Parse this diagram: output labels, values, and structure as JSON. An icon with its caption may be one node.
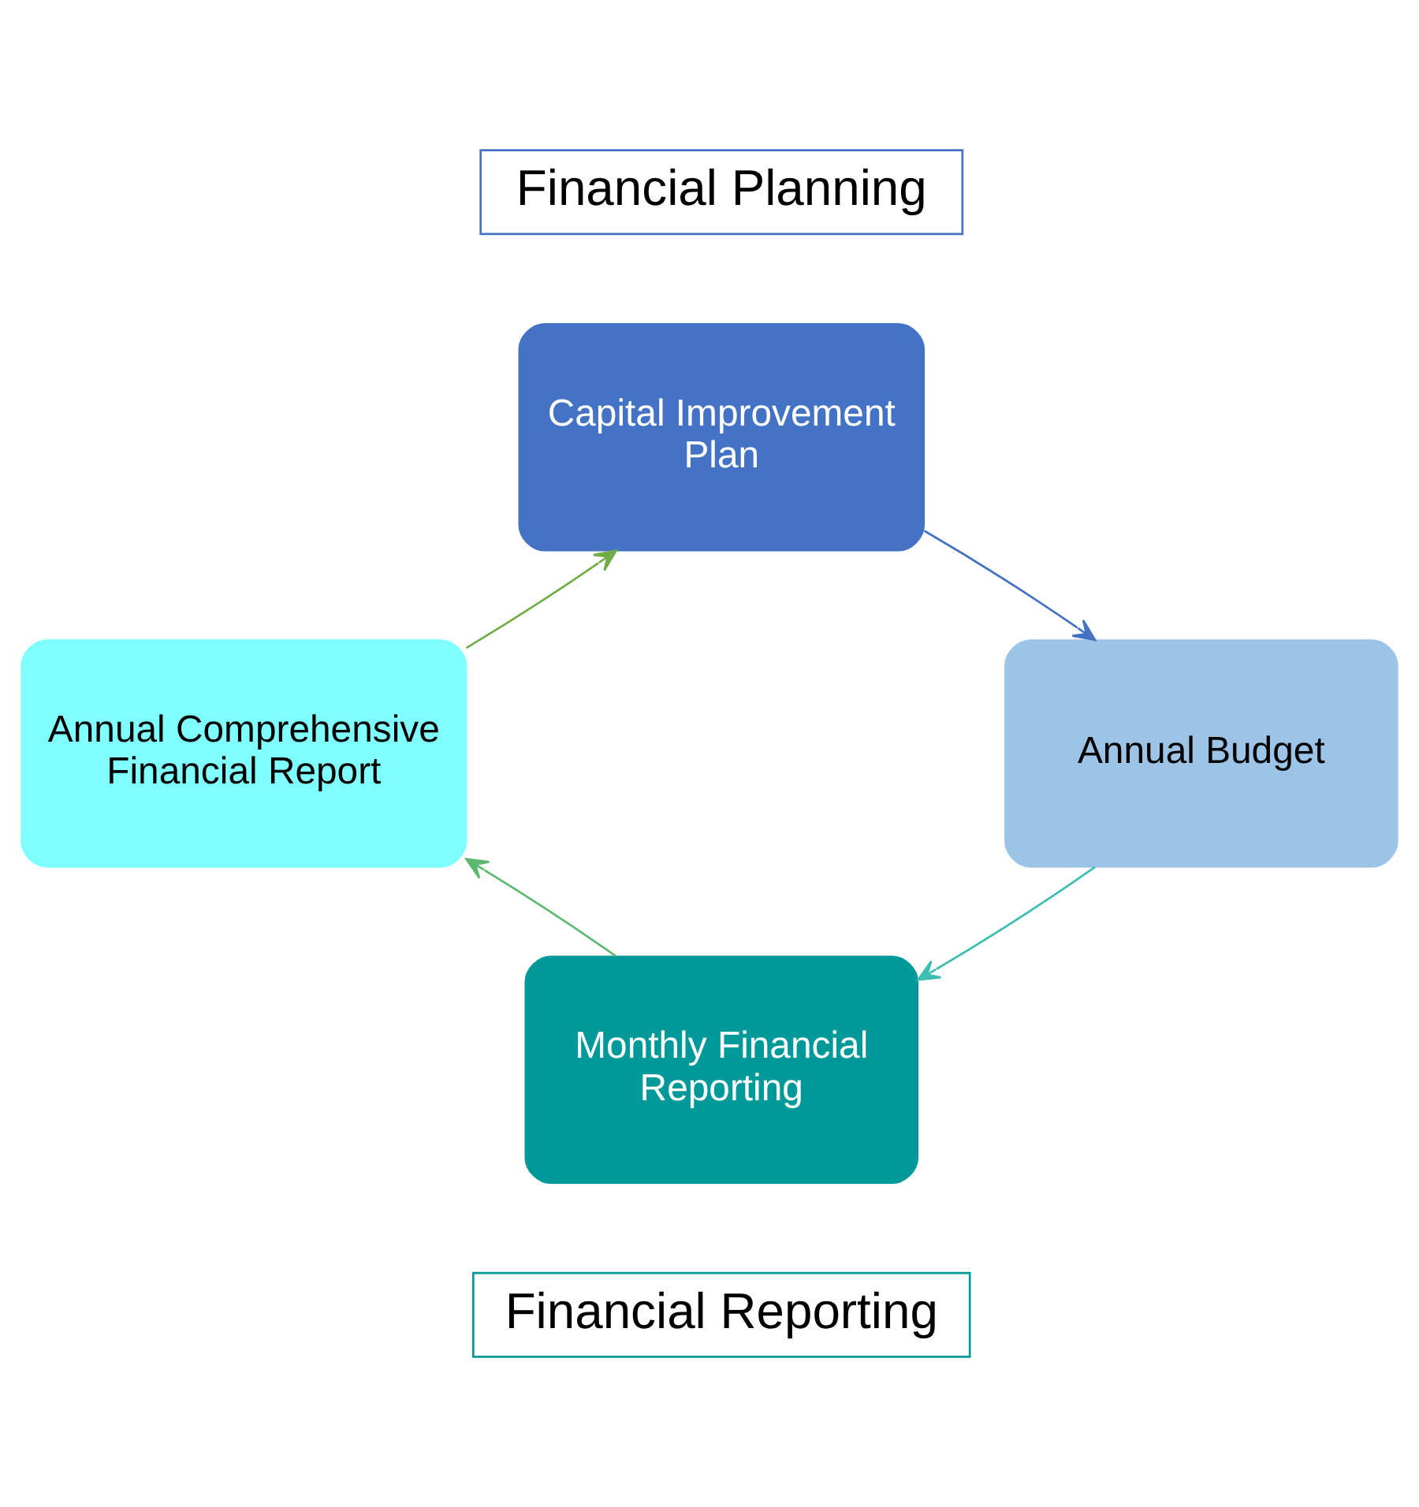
{
  "diagram": {
    "nodes": [
      {
        "text": [
          "Financial Planning"
        ]
      },
      {
        "text": [
          "Capital Improvement Plan"
        ]
      },
      {
        "text": [
          "Annual Budget"
        ]
      },
      {
        "text": [
          "Monthly Financial Reporting"
        ]
      },
      {
        "text": [
          "Annual Comprehensive Financial Report"
        ]
      },
      {
        "text": [
          "Financial Reporting"
        ]
      }
    ],
    "edges": [
      {
        "from": 1,
        "to": 2,
        "arrow": "to",
        "color": "#4472c4"
      },
      {
        "from": 2,
        "to": 3,
        "arrow": "to",
        "color": "#3cbfb0"
      },
      {
        "from": 3,
        "to": 4,
        "arrow": "to",
        "color": "#5cb870"
      },
      {
        "from": 4,
        "to": 1,
        "arrow": "to",
        "color": "#70ad47"
      }
    ]
  }
}
